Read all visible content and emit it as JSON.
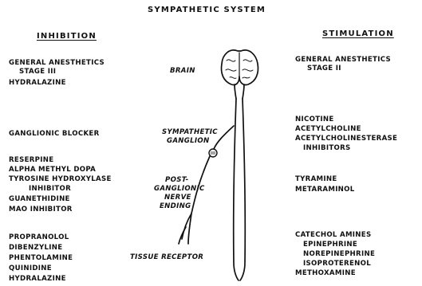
{
  "title": "SYMPATHETIC SYSTEM",
  "inhibition": {
    "header": "INHIBITION",
    "g1": [
      "GENERAL ANESTHETICS",
      "STAGE III",
      "HYDRALAZINE"
    ],
    "g2": [
      "GANGLIONIC BLOCKER"
    ],
    "g3": [
      "RESERPINE",
      "ALPHA METHYL DOPA",
      "TYROSINE HYDROXYLASE",
      "INHIBITOR",
      "GUANETHIDINE",
      "MAO INHIBITOR"
    ],
    "g4": [
      "PROPRANOLOL",
      "DIBENZYLINE",
      "PHENTOLAMINE",
      "QUINIDINE",
      "HYDRALAZINE"
    ]
  },
  "stimulation": {
    "header": "STIMULATION",
    "g1": [
      "GENERAL ANESTHETICS",
      "STAGE II"
    ],
    "g2": [
      "NICOTINE",
      "ACETYLCHOLINE",
      "ACETYLCHOLINESTERASE",
      "INHIBITORS"
    ],
    "g3": [
      "TYRAMINE",
      "METARAMINOL"
    ],
    "g4": [
      "CATECHOL AMINES",
      "EPINEPHRINE",
      "NOREPINEPHRINE",
      "ISOPROTERENOL",
      "METHOXAMINE"
    ]
  },
  "labels": {
    "brain": "BRAIN",
    "ganglion_1": "SYMPATHETIC",
    "ganglion_2": "GANGLION",
    "post_1": "POST-",
    "post_2": "GANGLIONIC",
    "post_3": "NERVE",
    "post_4": "ENDING",
    "tissue": "TISSUE RECEPTOR"
  }
}
